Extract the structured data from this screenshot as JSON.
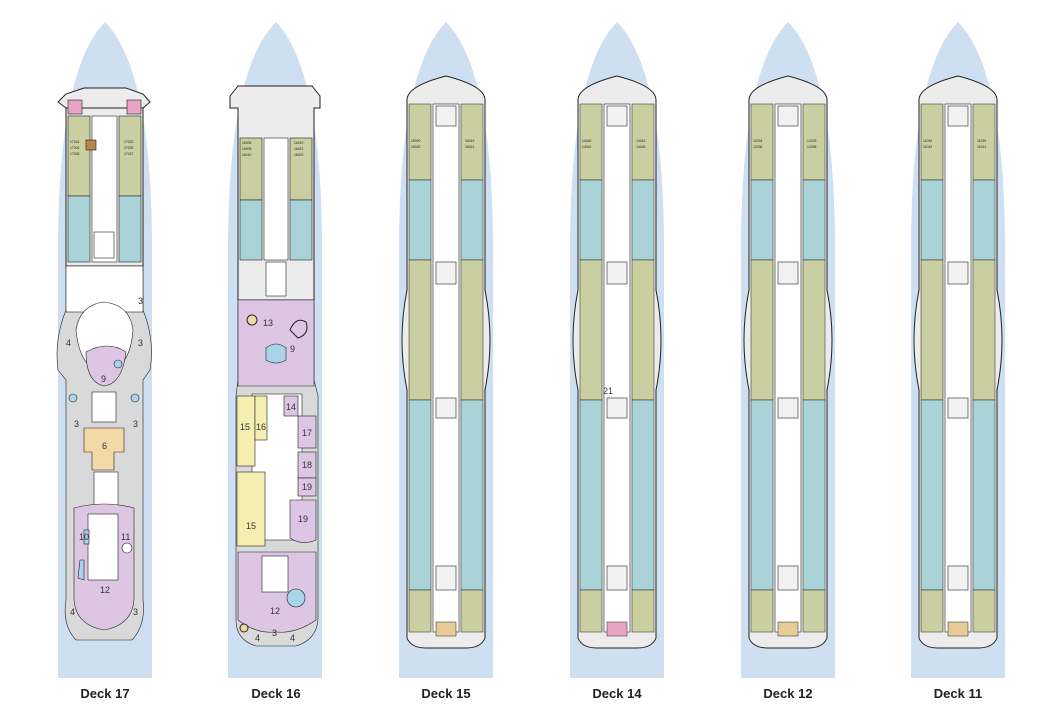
{
  "colors": {
    "water": "#cddff0",
    "hull_outline": "#222222",
    "deck_floor": "#ececec",
    "open_deck": "#d9d9d9",
    "cabin_olive": "#c9cfa0",
    "cabin_teal": "#a9d3d6",
    "cabin_tan": "#e8cc96",
    "cabin_pink": "#e9a4c5",
    "cabin_brown": "#b8864a",
    "pool_lilac": "#dcc6e4",
    "restaurant_yellow": "#f4eeb0",
    "bar_beige": "#f4d9a8",
    "pool_water": "#a9d3e8"
  },
  "decks": [
    {
      "id": "deck-17",
      "label": "Deck 17",
      "cabin_labels": [
        "17024",
        "17026",
        "17028",
        "17023",
        "17025",
        "17027"
      ],
      "zones": [
        {
          "num": "3"
        },
        {
          "num": "3"
        },
        {
          "num": "4"
        },
        {
          "num": "9"
        },
        {
          "num": "3"
        },
        {
          "num": "3"
        },
        {
          "num": "6"
        },
        {
          "num": "10"
        },
        {
          "num": "11"
        },
        {
          "num": "12"
        },
        {
          "num": "4"
        },
        {
          "num": "3"
        }
      ]
    },
    {
      "id": "deck-16",
      "label": "Deck 16",
      "cabin_labels": [
        "16006",
        "16008",
        "16010",
        "16019",
        "16021",
        "16023"
      ],
      "zones": [
        {
          "num": "13"
        },
        {
          "num": "9"
        },
        {
          "num": "14"
        },
        {
          "num": "15"
        },
        {
          "num": "16"
        },
        {
          "num": "17"
        },
        {
          "num": "18"
        },
        {
          "num": "19"
        },
        {
          "num": "15"
        },
        {
          "num": "19"
        },
        {
          "num": "12"
        },
        {
          "num": "3"
        },
        {
          "num": "4"
        },
        {
          "num": "4"
        }
      ]
    },
    {
      "id": "deck-15",
      "label": "Deck 15",
      "cabin_labels": [
        "15020",
        "15022",
        "15019",
        "15021"
      ],
      "zones": []
    },
    {
      "id": "deck-14",
      "label": "Deck 14",
      "cabin_labels": [
        "14040",
        "14042",
        "14043",
        "14045"
      ],
      "zones": [
        {
          "num": "21"
        }
      ]
    },
    {
      "id": "deck-12",
      "label": "Deck 12",
      "cabin_labels": [
        "12034",
        "12036",
        "12033",
        "12035"
      ],
      "zones": []
    },
    {
      "id": "deck-11",
      "label": "Deck 11",
      "cabin_labels": [
        "11040",
        "11042",
        "11039",
        "11041"
      ],
      "zones": []
    }
  ]
}
